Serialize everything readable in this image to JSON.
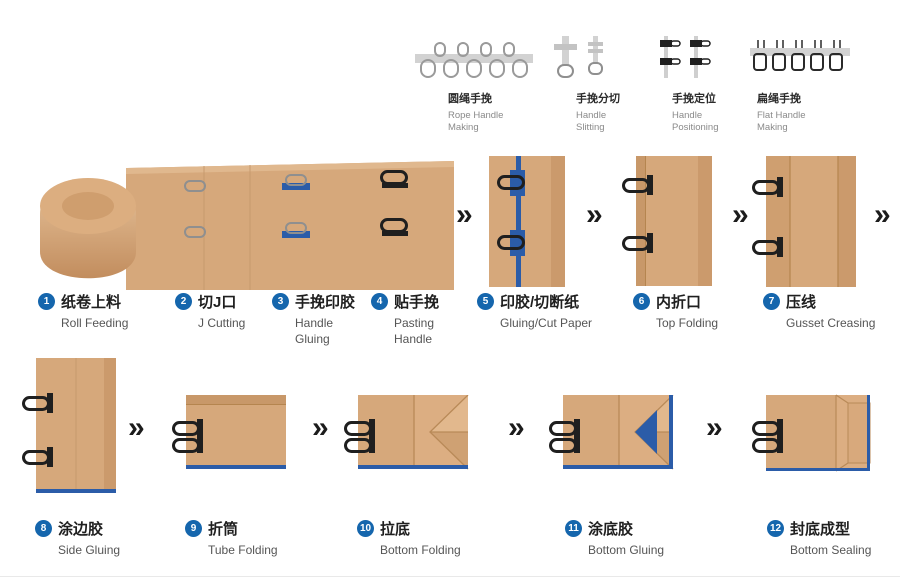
{
  "icons": {
    "chevron": "»"
  },
  "prep": [
    {
      "zh": "圆绳手挽",
      "en1": "Rope Handle",
      "en2": "Making"
    },
    {
      "zh": "手挽分切",
      "en1": "Handle",
      "en2": "Slitting"
    },
    {
      "zh": "手挽定位",
      "en1": "Handle",
      "en2": "Positioning"
    },
    {
      "zh": "扁绳手挽",
      "en1": "Flat Handle",
      "en2": "Making"
    }
  ],
  "steps": [
    {
      "num": "1",
      "zh": "纸卷上料",
      "en": "Roll Feeding"
    },
    {
      "num": "2",
      "zh": "切J口",
      "en": "J Cutting"
    },
    {
      "num": "3",
      "zh": "手挽印胶",
      "en": "Handle Gluing"
    },
    {
      "num": "4",
      "zh": "贴手挽",
      "en": "Pasting Handle"
    },
    {
      "num": "5",
      "zh": "印胶/切断纸",
      "en": "Gluing/Cut Paper"
    },
    {
      "num": "6",
      "zh": "内折口",
      "en": "Top Folding"
    },
    {
      "num": "7",
      "zh": "压线",
      "en": "Gusset Creasing"
    },
    {
      "num": "8",
      "zh": "涂边胶",
      "en": "Side Gluing"
    },
    {
      "num": "9",
      "zh": "折筒",
      "en": "Tube Folding"
    },
    {
      "num": "10",
      "zh": "拉底",
      "en": "Bottom Folding"
    },
    {
      "num": "11",
      "zh": "涂底胶",
      "en": "Bottom Gluing"
    },
    {
      "num": "12",
      "zh": "封底成型",
      "en": "Bottom Sealing"
    }
  ],
  "colors": {
    "kraft": "#d6a87b",
    "kraft_dark": "#cb9a6c",
    "kraft_light": "#e3bd93",
    "accent_blue": "#2b5ca8",
    "badge_blue": "#1566ad",
    "handle_black": "#1f1f1f",
    "machine_gray": "#d2d2d2"
  }
}
